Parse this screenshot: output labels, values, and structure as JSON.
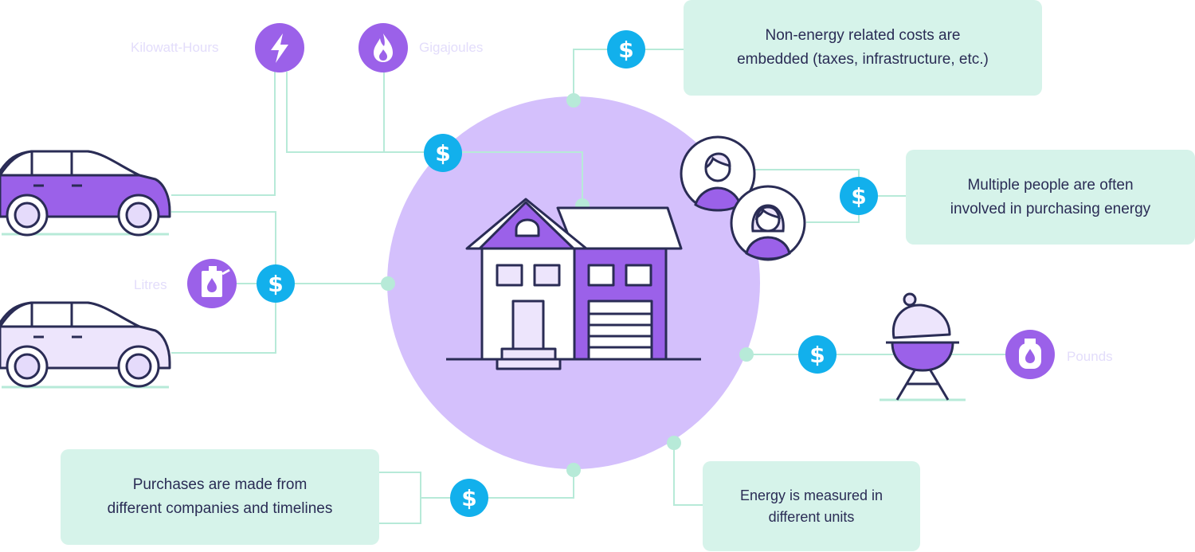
{
  "units": {
    "kwh": "Kilowatt-Hours",
    "gj": "Gigajoules",
    "litres": "Litres",
    "pounds": "Pounds"
  },
  "callouts": {
    "non_energy": {
      "line1": "Non-energy related costs are",
      "line2": "embedded (taxes, infrastructure, etc.)"
    },
    "people": {
      "line1": "Multiple people are often",
      "line2": "involved in purchasing energy"
    },
    "purchases": {
      "line1": "Purchases are made from",
      "line2": "different companies and timelines"
    },
    "measured": {
      "line1": "Energy is measured in",
      "line2": "different units"
    }
  },
  "icons": {
    "dollar_symbol": "$",
    "names": [
      "lightning-icon",
      "flame-icon",
      "fuel-can-icon",
      "propane-tank-icon",
      "dollar-icon",
      "person-icon",
      "car-icon",
      "house-icon",
      "barbecue-grill-icon"
    ]
  },
  "colors": {
    "purple_circle": "#d4c0fc",
    "purple_icon": "#9b61e9",
    "dollar_blue": "#12b0ec",
    "callout_green": "#d6f3ea",
    "line_green": "#b7ead8",
    "dark_outline": "#2a2c55"
  }
}
